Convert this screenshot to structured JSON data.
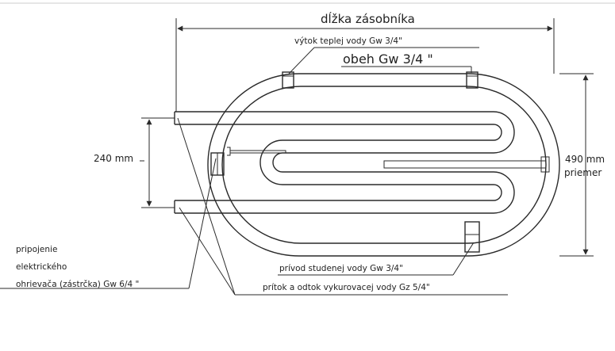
{
  "labels": {
    "length": "dĺžka zásobníka",
    "hot_outlet": "výtok teplej vody Gw 3/4\"",
    "circulation": "obeh Gw 3/4 \"",
    "coil_distance": "240 mm",
    "diameter_value": "490 mm",
    "diameter_word": "priemer",
    "heater_line1": "pripojenie",
    "heater_line2": "elektrického",
    "heater_line3": "ohrievača (zástrčka) Gw 6/4 \"",
    "cold_inlet": "prívod studenej vody Gw 3/4\"",
    "heating_flow": "prítok a odtok vykurovacej vody Gz 5/4\""
  }
}
